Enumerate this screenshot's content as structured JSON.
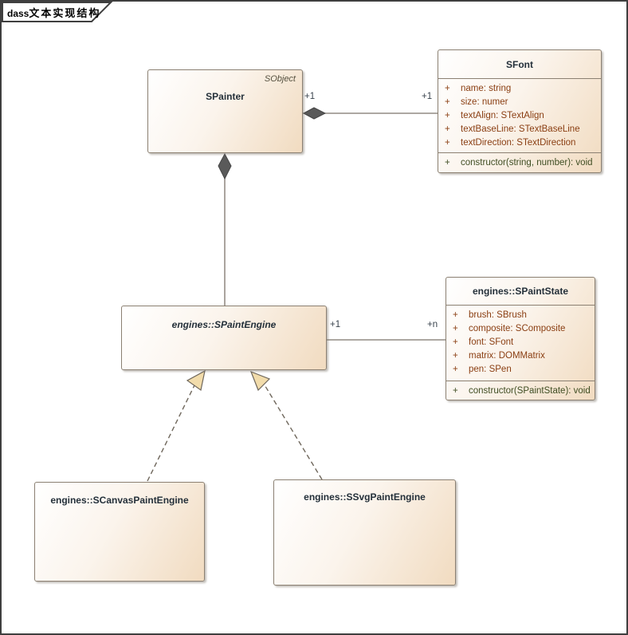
{
  "frame": {
    "label_prefix": "dass",
    "label_title": "文本实现结构"
  },
  "colors": {
    "box_fill_start": "#ffffff",
    "box_fill_end": "#f1dbc0",
    "box_border": "#8b8072",
    "title_text": "#24303a",
    "attribute_text": "#8a3e12",
    "operation_text": "#3f4d22",
    "multiplicity_text": "#39434d",
    "line": "#7c746a",
    "diamond_fill": "#5a5a5a",
    "triangle_fill": "#f2dcab",
    "frame_border": "#3f3f3f"
  },
  "classes": {
    "spainter": {
      "name": "SPainter",
      "annotation": "SObject"
    },
    "sfont": {
      "name": "SFont",
      "attributes": [
        {
          "vis": "+",
          "text": "name: string"
        },
        {
          "vis": "+",
          "text": "size: numer"
        },
        {
          "vis": "+",
          "text": "textAlign: STextAlign"
        },
        {
          "vis": "+",
          "text": "textBaseLine: STextBaseLine"
        },
        {
          "vis": "+",
          "text": "textDirection: STextDirection"
        }
      ],
      "operations": [
        {
          "vis": "+",
          "text": "constructor(string, number): void"
        }
      ]
    },
    "spaintengine": {
      "name": "engines::SPaintEngine"
    },
    "spaintstate": {
      "name": "engines::SPaintState",
      "attributes": [
        {
          "vis": "+",
          "text": "brush: SBrush"
        },
        {
          "vis": "+",
          "text": "composite: SComposite"
        },
        {
          "vis": "+",
          "text": "font: SFont"
        },
        {
          "vis": "+",
          "text": "matrix: DOMMatrix"
        },
        {
          "vis": "+",
          "text": "pen: SPen"
        }
      ],
      "operations": [
        {
          "vis": "+",
          "text": "constructor(SPaintState): void"
        }
      ]
    },
    "scanvaspaintengine": {
      "name": "engines::SCanvasPaintEngine"
    },
    "ssvgpaintengine": {
      "name": "engines::SSvgPaintEngine"
    }
  },
  "connectors": {
    "painter_font": {
      "source_label": "+1",
      "target_label": "+1",
      "type": "composition"
    },
    "painter_engine": {
      "type": "composition"
    },
    "engine_state": {
      "source_label": "+1",
      "target_label": "+n",
      "type": "association"
    },
    "canvas_realizes_engine": {
      "type": "realization"
    },
    "svg_realizes_engine": {
      "type": "realization"
    }
  }
}
